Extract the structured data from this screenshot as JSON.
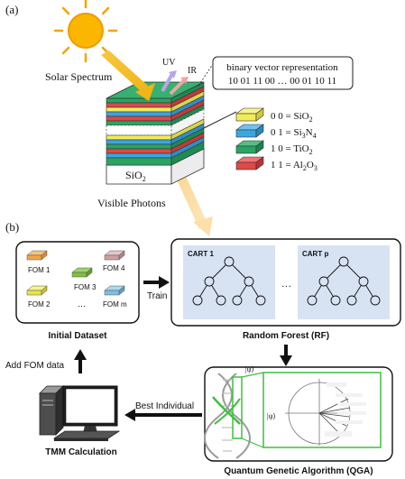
{
  "panel_a": {
    "label": "(a)",
    "solar_spectrum": "Solar Spectrum",
    "uv": "UV",
    "ir": "IR",
    "substrate": "SiO",
    "substrate_sub": "2",
    "visible_photons": "Visible Photons",
    "binary_box": {
      "title": "binary vector representation",
      "value": "10 01 11 00 … 00 01 10 11"
    },
    "legend": [
      {
        "code": "0 0",
        "material": "SiO",
        "sub": "2",
        "color": "#f0ec5a"
      },
      {
        "code": "0 1",
        "material": "Si",
        "sub": "3",
        "material2": "N",
        "sub2": "4",
        "color": "#3aa6e0"
      },
      {
        "code": "1 0",
        "material": "TiO",
        "sub": "2",
        "color": "#2aa463"
      },
      {
        "code": "1 1",
        "material": "Al",
        "sub": "2",
        "material2": "O",
        "sub2": "3",
        "color": "#e04848"
      }
    ]
  },
  "panel_b": {
    "label": "(b)",
    "initial_dataset": {
      "caption": "Initial Dataset",
      "foms": [
        "FOM 1",
        "FOM 3",
        "FOM 4",
        "FOM 2",
        "…",
        "FOM m"
      ]
    },
    "train": "Train",
    "random_forest": {
      "caption": "Random Forest (RF)",
      "cart1": "CART 1",
      "cartp": "CART p",
      "ellipsis": "…"
    },
    "qga": {
      "caption": "Quantum Genetic Algorithm (QGA)",
      "psi_top": "|ψ⟩",
      "psi_mid": "|ψ⟩"
    },
    "best_individual": "Best Individual",
    "tmm": {
      "caption": "TMM Calculation"
    },
    "add_fom": "Add FOM data"
  }
}
